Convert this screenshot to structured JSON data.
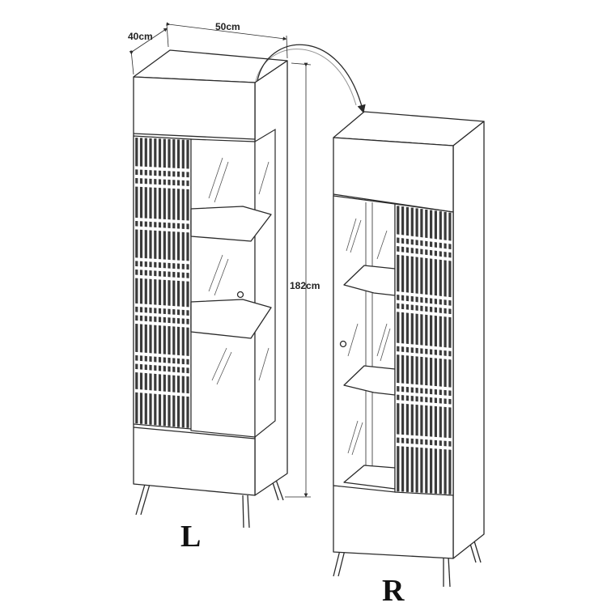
{
  "dimensions": {
    "depth": "40cm",
    "width": "50cm",
    "height": "182cm"
  },
  "variants": {
    "left": "L",
    "right": "R"
  },
  "colors": {
    "line": "#2a2a2a",
    "slat": "#3a3a3a",
    "background": "#ffffff"
  },
  "icons": {
    "swap_arrow": "curved-arrow-icon"
  }
}
